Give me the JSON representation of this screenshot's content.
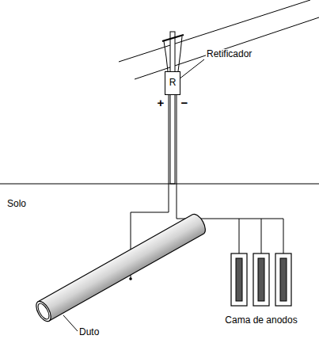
{
  "diagram": {
    "nodes": [
      {
        "text": [
          "R"
        ]
      }
    ],
    "labels": [
      "Retificador",
      "+",
      "−",
      "Solo",
      "Duto",
      "Cama de anodos"
    ]
  }
}
